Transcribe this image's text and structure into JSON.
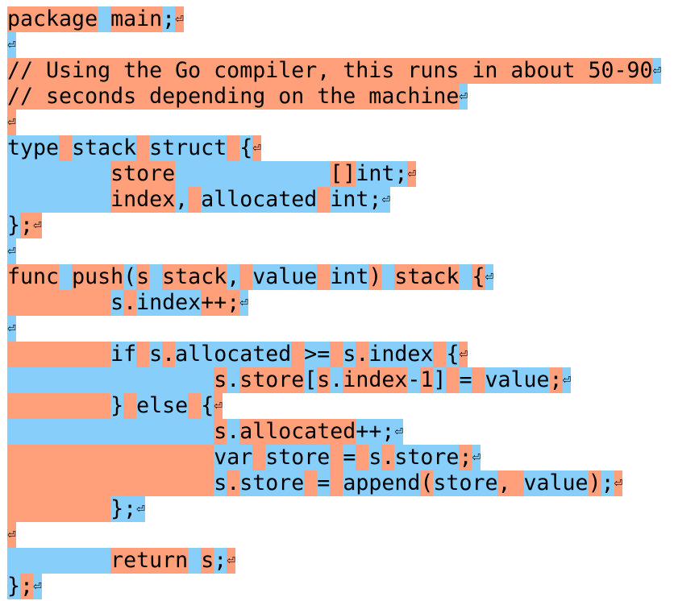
{
  "editor": {
    "newline_glyph": "⏎",
    "colors": {
      "orange": "#ffa07a",
      "blue": "#87cefa",
      "text": "#000000"
    },
    "lines": [
      [
        [
          "o",
          "package"
        ],
        [
          "b",
          " "
        ],
        [
          "o",
          "main"
        ],
        [
          "b",
          ";"
        ],
        [
          "o",
          "⏎"
        ]
      ],
      [
        [
          "b",
          "⏎"
        ]
      ],
      [
        [
          "o",
          "// Using the Go compiler, this runs in about 50-90"
        ],
        [
          "b",
          "⏎"
        ]
      ],
      [
        [
          "o",
          "// seconds depending on the machine"
        ],
        [
          "b",
          "⏎"
        ]
      ],
      [
        [
          "o",
          "⏎"
        ]
      ],
      [
        [
          "b",
          "type"
        ],
        [
          "o",
          " "
        ],
        [
          "b",
          "stack"
        ],
        [
          "o",
          " "
        ],
        [
          "b",
          "struct"
        ],
        [
          "o",
          " "
        ],
        [
          "b",
          "{"
        ],
        [
          "o",
          "⏎"
        ]
      ],
      [
        [
          "b",
          "        "
        ],
        [
          "o",
          "store"
        ],
        [
          "b",
          "            "
        ],
        [
          "o",
          "[]"
        ],
        [
          "b",
          "int;"
        ],
        [
          "o",
          "⏎"
        ]
      ],
      [
        [
          "b",
          "        "
        ],
        [
          "o",
          "index"
        ],
        [
          "b",
          ","
        ],
        [
          "o",
          " "
        ],
        [
          "b",
          "allocated"
        ],
        [
          "o",
          " "
        ],
        [
          "b",
          "int;"
        ],
        [
          "b",
          "⏎"
        ]
      ],
      [
        [
          "b",
          "}"
        ],
        [
          "o",
          ";"
        ],
        [
          "o",
          "⏎"
        ]
      ],
      [
        [
          "b",
          "⏎"
        ]
      ],
      [
        [
          "o",
          "func"
        ],
        [
          "b",
          " "
        ],
        [
          "o",
          "push"
        ],
        [
          "b",
          "("
        ],
        [
          "o",
          "s"
        ],
        [
          "b",
          " "
        ],
        [
          "o",
          "stack"
        ],
        [
          "b",
          ","
        ],
        [
          "o",
          " "
        ],
        [
          "b",
          "value"
        ],
        [
          "o",
          " "
        ],
        [
          "b",
          "int"
        ],
        [
          "o",
          ")"
        ],
        [
          "b",
          " "
        ],
        [
          "o",
          "stack"
        ],
        [
          "b",
          " "
        ],
        [
          "o",
          "{"
        ],
        [
          "b",
          "⏎"
        ]
      ],
      [
        [
          "o",
          "        "
        ],
        [
          "b",
          "s"
        ],
        [
          "o",
          "."
        ],
        [
          "b",
          "index"
        ],
        [
          "o",
          "++;"
        ],
        [
          "b",
          "⏎"
        ]
      ],
      [
        [
          "b",
          "⏎"
        ]
      ],
      [
        [
          "o",
          "        "
        ],
        [
          "b",
          "if"
        ],
        [
          "o",
          " "
        ],
        [
          "b",
          "s"
        ],
        [
          "o",
          "."
        ],
        [
          "b",
          "allocated"
        ],
        [
          "o",
          " "
        ],
        [
          "b",
          ">="
        ],
        [
          "o",
          " "
        ],
        [
          "b",
          "s"
        ],
        [
          "o",
          "."
        ],
        [
          "b",
          "index"
        ],
        [
          "o",
          " "
        ],
        [
          "b",
          "{"
        ],
        [
          "o",
          "⏎"
        ]
      ],
      [
        [
          "b",
          "                "
        ],
        [
          "o",
          "s"
        ],
        [
          "b",
          "."
        ],
        [
          "o",
          "store"
        ],
        [
          "b",
          "["
        ],
        [
          "o",
          "s"
        ],
        [
          "b",
          "."
        ],
        [
          "o",
          "index"
        ],
        [
          "b",
          "-"
        ],
        [
          "o",
          "1"
        ],
        [
          "b",
          "]"
        ],
        [
          "o",
          " "
        ],
        [
          "b",
          "="
        ],
        [
          "o",
          " "
        ],
        [
          "b",
          "value"
        ],
        [
          "o",
          ";"
        ],
        [
          "b",
          "⏎"
        ]
      ],
      [
        [
          "o",
          "        "
        ],
        [
          "b",
          "}"
        ],
        [
          "o",
          " "
        ],
        [
          "b",
          "else"
        ],
        [
          "o",
          " "
        ],
        [
          "b",
          "{"
        ],
        [
          "o",
          "⏎"
        ]
      ],
      [
        [
          "b",
          "                "
        ],
        [
          "o",
          "s"
        ],
        [
          "b",
          "."
        ],
        [
          "o",
          "allocated"
        ],
        [
          "b",
          "++;"
        ],
        [
          "b",
          "⏎"
        ]
      ],
      [
        [
          "o",
          "                "
        ],
        [
          "b",
          "var"
        ],
        [
          "o",
          " "
        ],
        [
          "b",
          "store"
        ],
        [
          "o",
          " "
        ],
        [
          "b",
          "="
        ],
        [
          "o",
          " "
        ],
        [
          "b",
          "s"
        ],
        [
          "o",
          "."
        ],
        [
          "b",
          "store"
        ],
        [
          "o",
          ";"
        ],
        [
          "b",
          "⏎"
        ]
      ],
      [
        [
          "o",
          "                "
        ],
        [
          "b",
          "s"
        ],
        [
          "o",
          "."
        ],
        [
          "b",
          "store"
        ],
        [
          "o",
          " "
        ],
        [
          "b",
          "="
        ],
        [
          "o",
          " "
        ],
        [
          "b",
          "append"
        ],
        [
          "o",
          "("
        ],
        [
          "b",
          "store"
        ],
        [
          "o",
          ","
        ],
        [
          "o",
          " "
        ],
        [
          "b",
          "value"
        ],
        [
          "o",
          ")"
        ],
        [
          "b",
          ";"
        ],
        [
          "o",
          "⏎"
        ]
      ],
      [
        [
          "o",
          "        "
        ],
        [
          "b",
          "};"
        ],
        [
          "b",
          "⏎"
        ]
      ],
      [
        [
          "o",
          "⏎"
        ]
      ],
      [
        [
          "b",
          "        "
        ],
        [
          "o",
          "return"
        ],
        [
          "b",
          " "
        ],
        [
          "o",
          "s"
        ],
        [
          "b",
          ";"
        ],
        [
          "o",
          "⏎"
        ]
      ],
      [
        [
          "b",
          "}"
        ],
        [
          "o",
          ";"
        ],
        [
          "b",
          "⏎"
        ]
      ]
    ]
  }
}
